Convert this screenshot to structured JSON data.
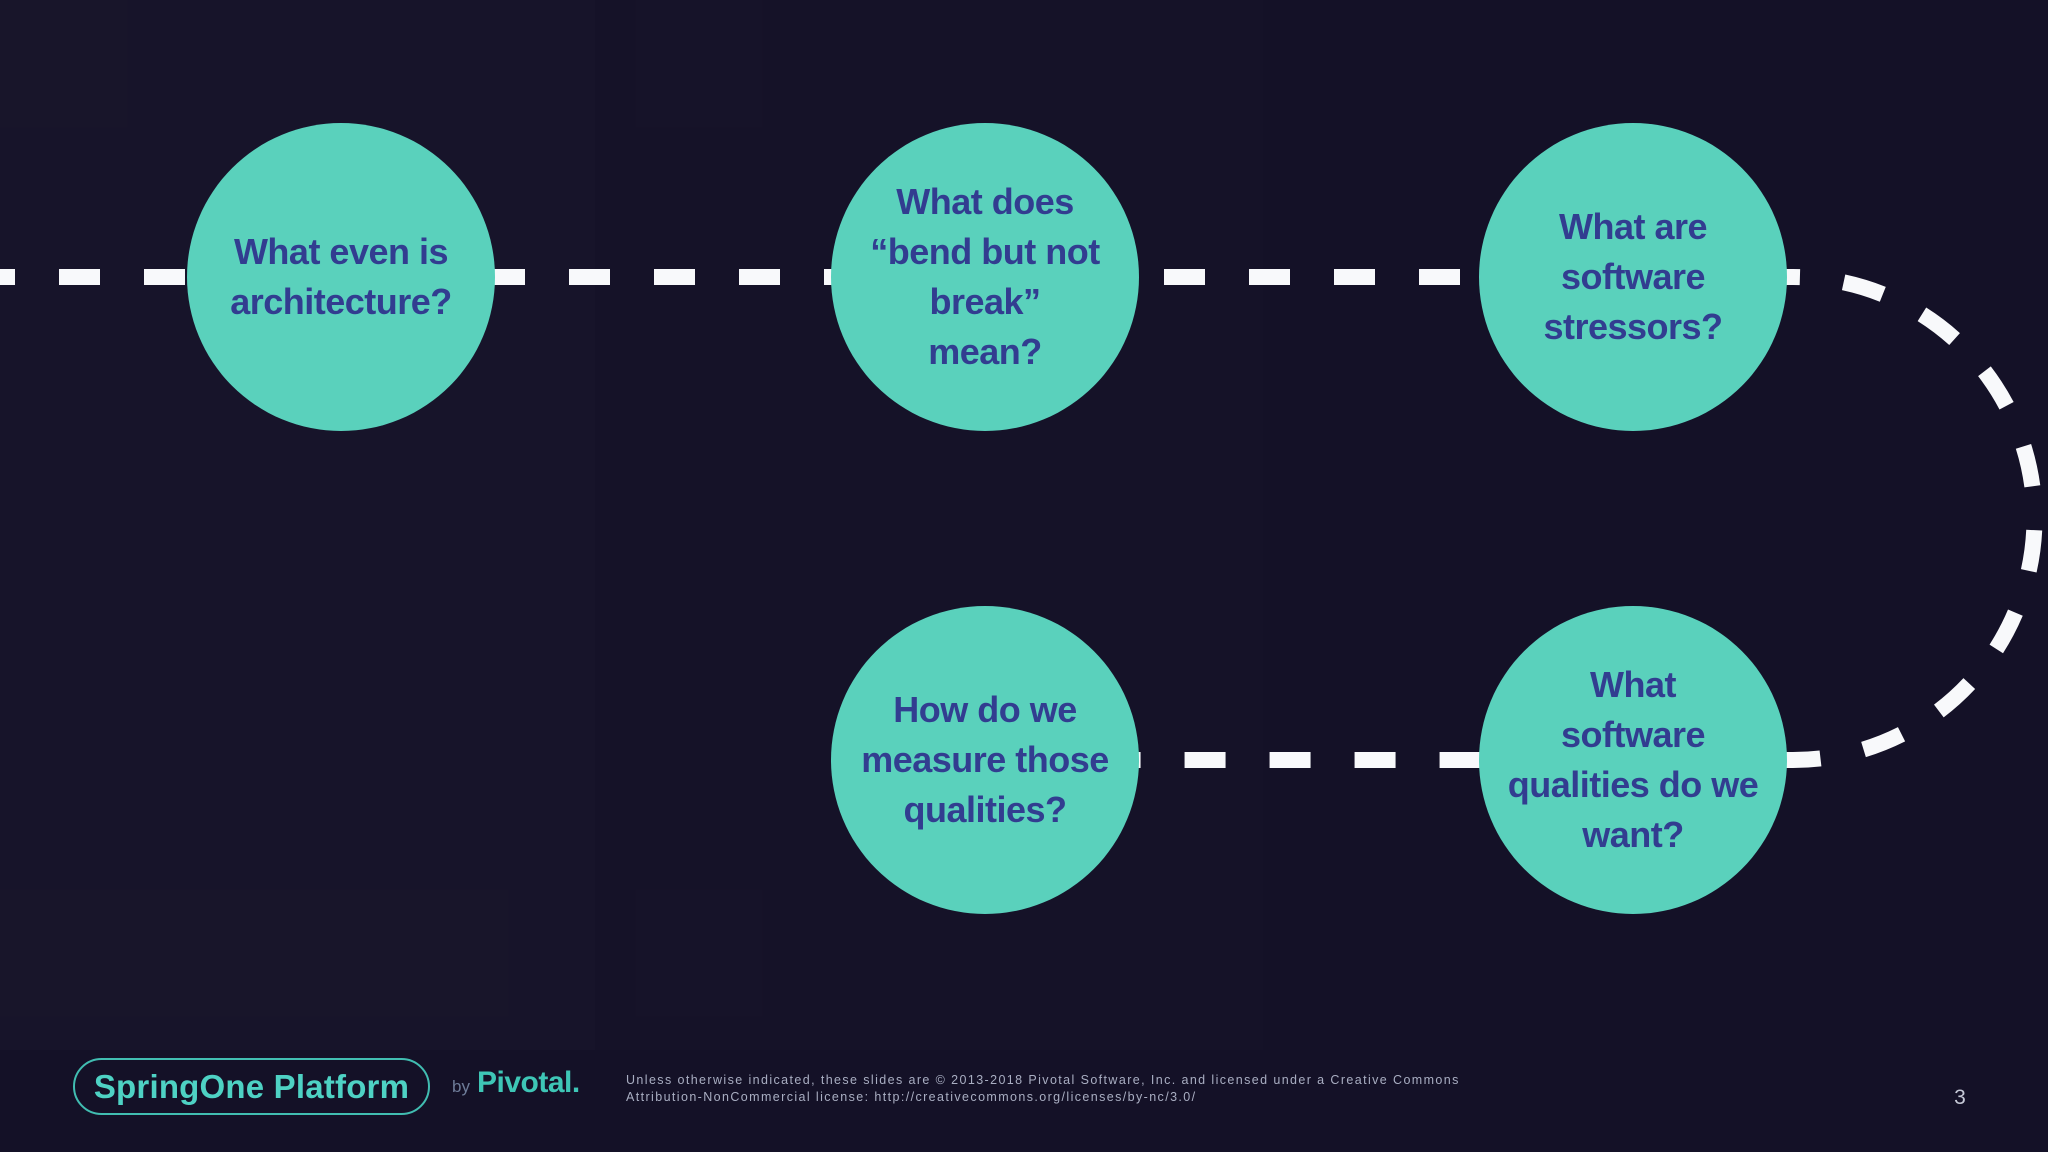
{
  "slide": {
    "page_number": "3",
    "colors": {
      "background": "#141127",
      "circle_fill": "#5AD1BC",
      "circle_text": "#323D90",
      "dash_line": "#F8F9FB",
      "logo_teal": "#4ED2C4",
      "pivotal_teal": "#3EC6B6"
    }
  },
  "circles": [
    {
      "name": "what-even-is-architecture",
      "lines": [
        "What even is",
        "architecture?"
      ]
    },
    {
      "name": "bend-but-not-break",
      "lines": [
        "What does",
        "“bend but not",
        "break”",
        "mean?"
      ]
    },
    {
      "name": "software-stressors",
      "lines": [
        "What are",
        "software",
        "stressors?"
      ]
    },
    {
      "name": "measure-qualities",
      "lines": [
        "How do we",
        "measure those",
        "qualities?"
      ]
    },
    {
      "name": "software-qualities-we-want",
      "lines": [
        "What",
        "software",
        "qualities do we",
        "want?"
      ]
    }
  ],
  "footer": {
    "logo_text": "SpringOne Platform",
    "by_label": "by",
    "brand": "Pivotal.",
    "license_line1": "Unless otherwise indicated, these slides are © 2013-2018 Pivotal Software, Inc. and licensed under a Creative Commons",
    "license_line2": "Attribution-NonCommercial license: http://creativecommons.org/licenses/by-nc/3.0/"
  }
}
